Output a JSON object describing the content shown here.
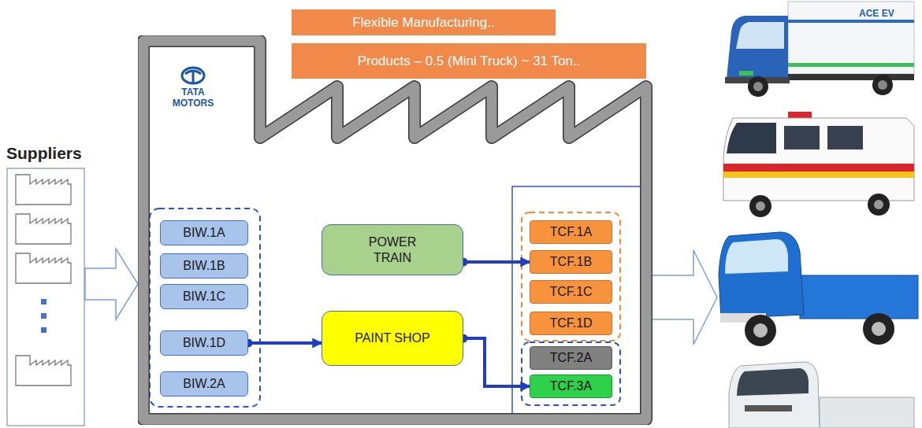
{
  "diagram": {
    "nodes": [
      {
        "text": [
          "Flexible Manufacturing.."
        ]
      },
      {
        "text": [
          "Products – 0.5 (Mini Truck) ~ 31 Ton.."
        ]
      },
      {
        "text": [
          "Suppliers"
        ]
      },
      {
        "text": [
          "TATA MOTORS"
        ]
      },
      {
        "text": [
          "BIW.1A"
        ],
        "in": 3
      },
      {
        "text": [
          "BIW.1B"
        ],
        "in": 3
      },
      {
        "text": [
          "BIW.1C"
        ],
        "in": 3
      },
      {
        "text": [
          "BIW.1D"
        ],
        "in": 3
      },
      {
        "text": [
          "BIW.2A"
        ],
        "in": 3
      },
      {
        "text": [
          "POWER TRAIN"
        ],
        "in": 3
      },
      {
        "text": [
          "PAINT SHOP"
        ],
        "in": 3
      },
      {
        "text": [
          "TCF.1A"
        ],
        "in": 3
      },
      {
        "text": [
          "TCF.1B"
        ],
        "in": 3
      },
      {
        "text": [
          "TCF.1C"
        ],
        "in": 3
      },
      {
        "text": [
          "TCF.1D"
        ],
        "in": 3
      },
      {
        "text": [
          "TCF.2A"
        ],
        "in": 3
      },
      {
        "text": [
          "TCF.3A"
        ],
        "in": 3
      }
    ],
    "edges": [
      {
        "from": 2,
        "to": 3,
        "arrow": "to"
      },
      {
        "from": 7,
        "to": 10,
        "arrow": "to"
      },
      {
        "from": 9,
        "to": 12,
        "arrow": "to"
      },
      {
        "from": 10,
        "to": 16,
        "arrow": "to"
      }
    ],
    "labels": [
      "ACE EV"
    ]
  }
}
